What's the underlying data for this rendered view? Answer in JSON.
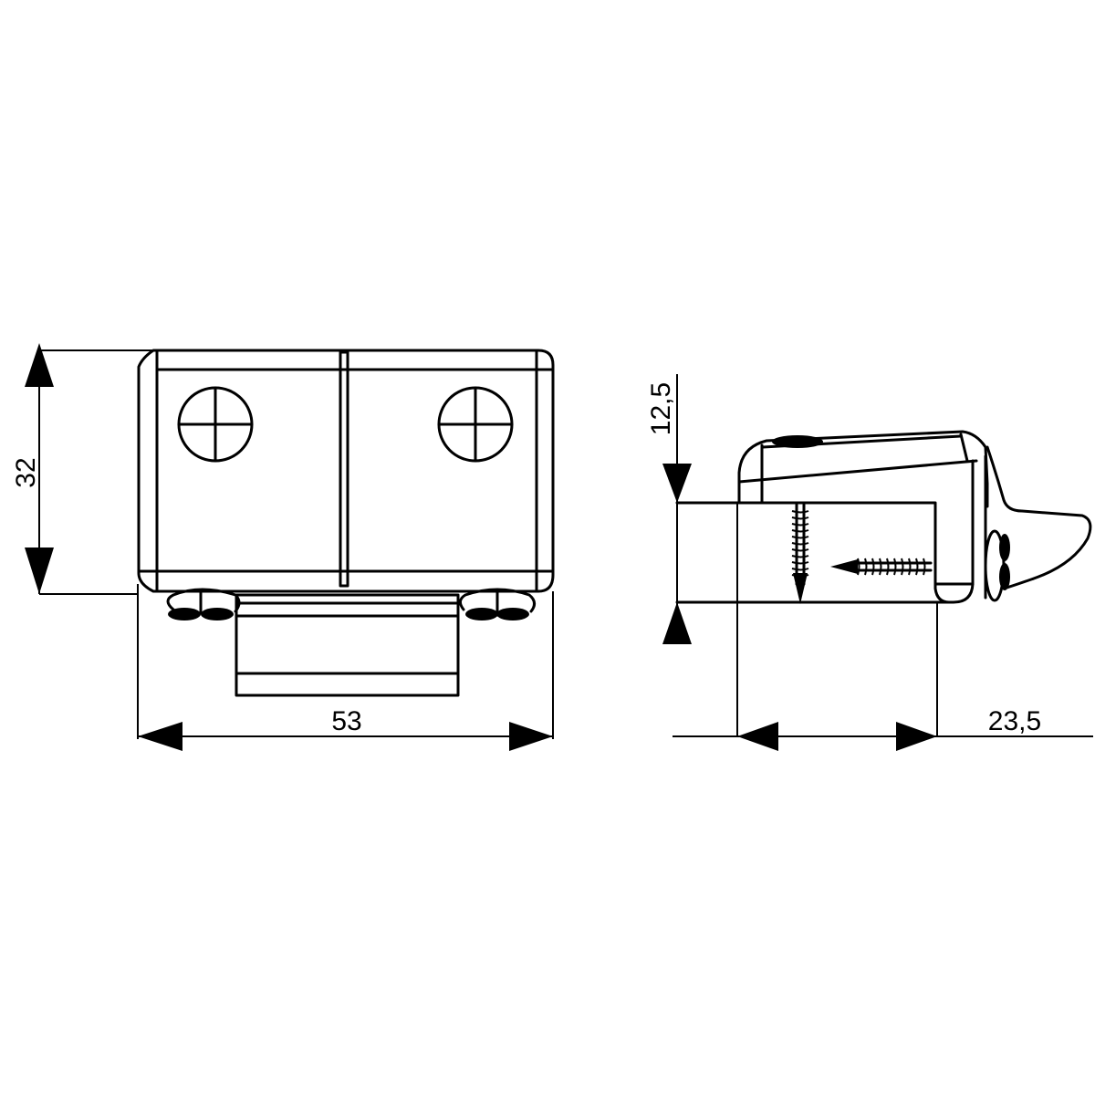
{
  "drawing": {
    "type": "technical-drawing",
    "views": [
      {
        "name": "front-view",
        "description": "Window lock, front elevation with two screw holes"
      },
      {
        "name": "side-view",
        "description": "Window lock, side elevation with mounting screws"
      }
    ],
    "colors": {
      "line": "#000000",
      "background": "#ffffff"
    }
  },
  "dimensions": {
    "height": {
      "label": "32",
      "unit": "mm"
    },
    "width": {
      "label": "53",
      "unit": "mm"
    },
    "side_height": {
      "label": "12,5",
      "unit": "mm"
    },
    "side_depth": {
      "label": "23,5",
      "unit": "mm"
    }
  }
}
